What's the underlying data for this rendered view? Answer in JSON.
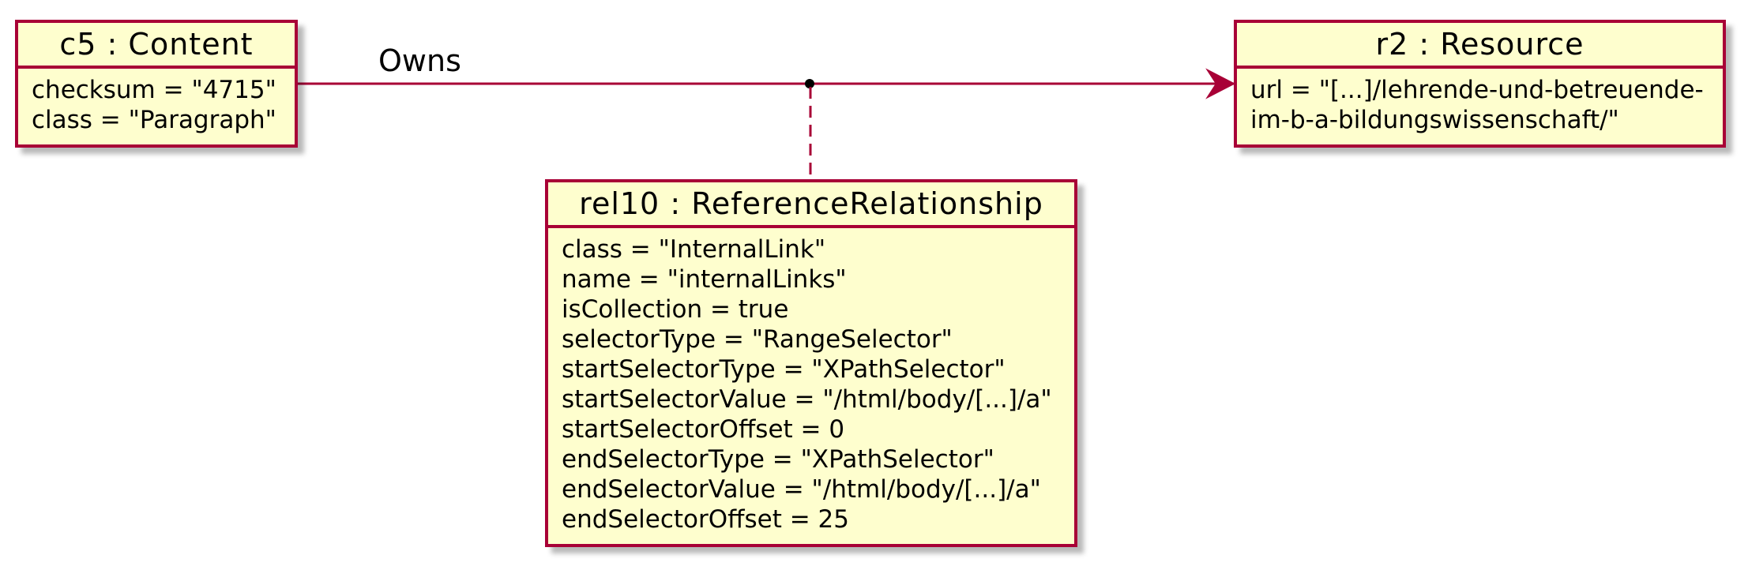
{
  "objects": {
    "content": {
      "title": "c5 : Content",
      "attributes": [
        "checksum = \"4715\"",
        "class = \"Paragraph\""
      ]
    },
    "resource": {
      "title": "r2 : Resource",
      "attributes": [
        "url = \"[...]/lehrende-und-betreuende-",
        "im-b-a-bildungswissenschaft/\""
      ]
    },
    "relationship": {
      "title": "rel10 : ReferenceRelationship",
      "attributes": [
        "class = \"InternalLink\"",
        "name = \"internalLinks\"",
        "isCollection = true",
        "selectorType = \"RangeSelector\"",
        "startSelectorType = \"XPathSelector\"",
        "startSelectorValue = \"/html/body/[...]/a\"",
        "startSelectorOffset = 0",
        "endSelectorType = \"XPathSelector\"",
        "endSelectorValue = \"/html/body/[...]/a\"",
        "endSelectorOffset = 25"
      ]
    }
  },
  "association": {
    "label": "Owns"
  },
  "colors": {
    "border": "#a80036",
    "fill": "#fefece",
    "text": "#000000"
  }
}
